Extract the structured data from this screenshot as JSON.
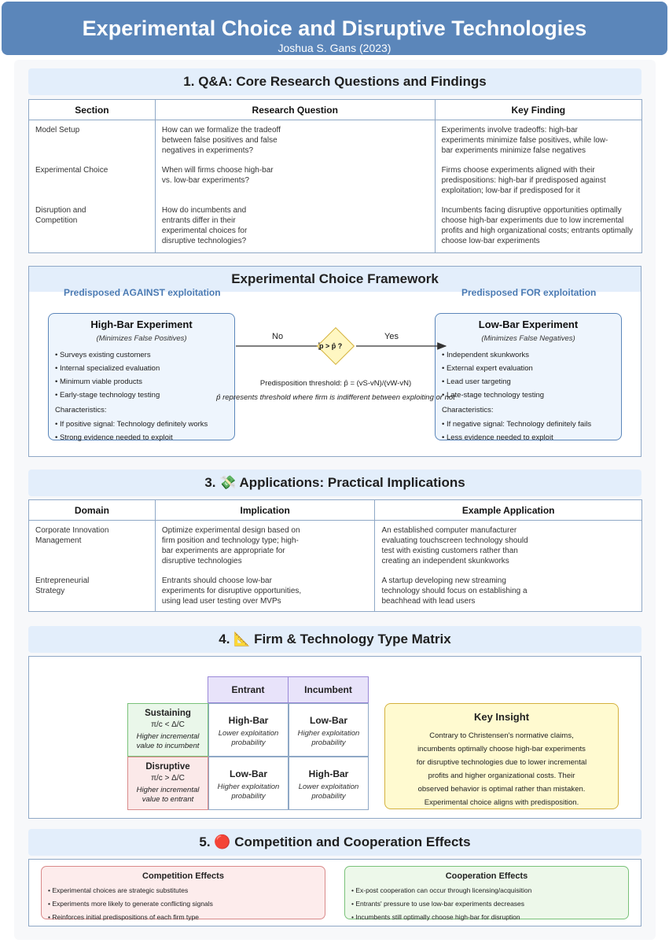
{
  "header": {
    "title": "Experimental Choice and Disruptive Technologies",
    "subtitle": "Joshua S. Gans (2023)"
  },
  "qa": {
    "title": "1. Q&A: Core Research Questions and Findings",
    "columns": [
      "Section",
      "Research Question",
      "Key Finding"
    ],
    "rows": [
      {
        "section": "Model Setup",
        "question": "How can we formalize the tradeoff between false positives and false negatives in experiments?",
        "finding": "Experiments involve tradeoffs: high-bar experiments minimize false positives, while low-bar experiments minimize false negatives"
      },
      {
        "section": "Experimental Choice",
        "question": "When will firms choose high-bar vs. low-bar experiments?",
        "finding": "Firms choose experiments aligned with their predispositions: high-bar if predisposed against exploitation; low-bar if predisposed for it"
      },
      {
        "section": "Disruption and Competition",
        "question": "How do incumbents and entrants differ in their experimental choices for disruptive technologies?",
        "finding": "Incumbents facing disruptive opportunities optimally choose high-bar experiments due to low incremental profits and high organizational costs; entrants optimally choose low-bar experiments"
      }
    ]
  },
  "framework": {
    "title": "Experimental Choice Framework",
    "pred_against": "Predisposed AGAINST exploitation",
    "pred_for": "Predisposed FOR exploitation",
    "high": {
      "title": "High-Bar Experiment",
      "subtitle": "(Minimizes False Positives)",
      "items": [
        "• Surveys existing customers",
        "• Internal specialized evaluation",
        "• Minimum viable products",
        "• Early-stage technology testing"
      ],
      "char_label": "Characteristics:",
      "chars": [
        "• If positive signal: Technology definitely works",
        "• Strong evidence needed to exploit"
      ]
    },
    "low": {
      "title": "Low-Bar Experiment",
      "subtitle": "(Minimizes False Negatives)",
      "items": [
        "• Independent skunkworks",
        "• External expert evaluation",
        "• Lead user targeting",
        "• Late-stage technology testing"
      ],
      "char_label": "Characteristics:",
      "chars": [
        "• If negative signal: Technology definitely fails",
        "• Less evidence needed to exploit"
      ]
    },
    "decision": "p > p̂ ?",
    "no": "No",
    "yes": "Yes",
    "threshold": "Predisposition threshold: p̂ = (vS-vN)/(vW-vN)",
    "threshold_note": "p̂ represents threshold where firm is indifferent between exploiting or not"
  },
  "apps": {
    "title": "3. 💸 Applications: Practical Implications",
    "columns": [
      "Domain",
      "Implication",
      "Example Application"
    ],
    "rows": [
      {
        "domain": "Corporate Innovation Management",
        "implication": "Optimize experimental design based on firm position and technology type; high-bar experiments are appropriate for disruptive technologies",
        "example": "An established computer manufacturer evaluating touchscreen technology should test with existing customers rather than creating an independent skunkworks"
      },
      {
        "domain": "Entrepreneurial Strategy",
        "implication": "Entrants should choose low-bar experiments for disruptive opportunities, using lead user testing over MVPs",
        "example": "A startup developing new streaming technology should focus on establishing a beachhead with lead users"
      }
    ]
  },
  "matrix": {
    "title": "4. 📐 Firm & Technology Type Matrix",
    "col_entrant": "Entrant",
    "col_incumbent": "Incumbent",
    "sustaining": {
      "title": "Sustaining",
      "formula": "π/c < Δ/C",
      "desc": "Higher incremental value to incumbent"
    },
    "disruptive": {
      "title": "Disruptive",
      "formula": "π/c > Δ/C",
      "desc": "Higher incremental value to entrant"
    },
    "cells": {
      "s_entrant": {
        "title": "High-Bar",
        "desc": "Lower exploitation probability"
      },
      "s_incumbent": {
        "title": "Low-Bar",
        "desc": "Higher exploitation probability"
      },
      "d_entrant": {
        "title": "Low-Bar",
        "desc": "Higher exploitation probability"
      },
      "d_incumbent": {
        "title": "High-Bar",
        "desc": "Lower exploitation probability"
      }
    },
    "insight_title": "Key Insight",
    "insight_lines": [
      "Contrary to Christensen's normative claims,",
      "incumbents optimally choose high-bar experiments",
      "for disruptive technologies due to lower incremental",
      "profits and higher organizational costs. Their",
      "observed behavior is optimal rather than mistaken.",
      "Experimental choice aligns with predisposition."
    ]
  },
  "competition": {
    "title": "5. 🔴 Competition and Cooperation Effects",
    "comp_title": "Competition Effects",
    "comp_items": [
      "• Experimental choices are strategic substitutes",
      "• Experiments more likely to generate conflicting signals",
      "• Reinforces initial predispositions of each firm type"
    ],
    "coop_title": "Cooperation Effects",
    "coop_items": [
      "• Ex-post cooperation can occur through licensing/acquisition",
      "• Entrants' pressure to use low-bar experiments decreases",
      "• Incumbents still optimally choose high-bar for disruption"
    ]
  }
}
